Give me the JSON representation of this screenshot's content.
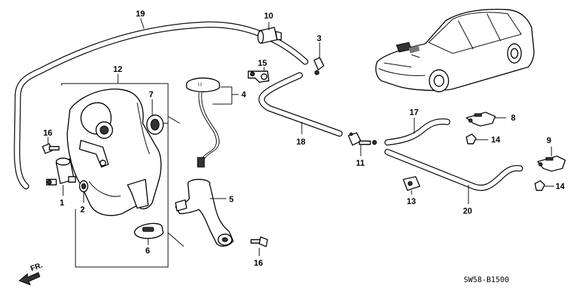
{
  "diagram_code": "SW58-B1500",
  "direction_label": "FR.",
  "callouts": [
    {
      "id": "c1",
      "text": "1"
    },
    {
      "id": "c2",
      "text": "2"
    },
    {
      "id": "c3",
      "text": "3"
    },
    {
      "id": "c4",
      "text": "4"
    },
    {
      "id": "c5",
      "text": "5"
    },
    {
      "id": "c6",
      "text": "6"
    },
    {
      "id": "c7",
      "text": "7"
    },
    {
      "id": "c8",
      "text": "8"
    },
    {
      "id": "c9",
      "text": "9"
    },
    {
      "id": "c10",
      "text": "10"
    },
    {
      "id": "c11",
      "text": "11"
    },
    {
      "id": "c12",
      "text": "12"
    },
    {
      "id": "c13",
      "text": "13"
    },
    {
      "id": "c14a",
      "text": "14"
    },
    {
      "id": "c14b",
      "text": "14"
    },
    {
      "id": "c15",
      "text": "15"
    },
    {
      "id": "c16a",
      "text": "16"
    },
    {
      "id": "c16b",
      "text": "16"
    },
    {
      "id": "c17",
      "text": "17"
    },
    {
      "id": "c18",
      "text": "18"
    },
    {
      "id": "c19",
      "text": "19"
    },
    {
      "id": "c20",
      "text": "20"
    }
  ]
}
